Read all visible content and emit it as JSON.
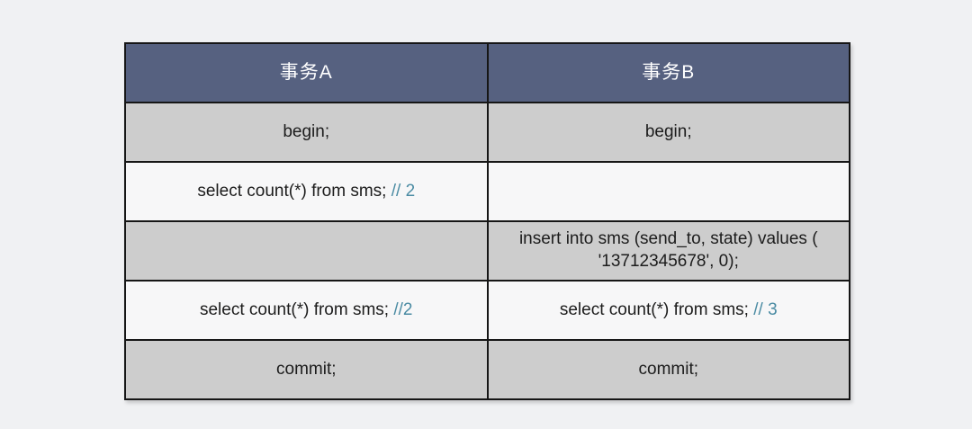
{
  "page": {
    "background": "#f0f1f3"
  },
  "table": {
    "header": {
      "background": "#566180",
      "text_color": "#ffffff",
      "columns": [
        "事务A",
        "事务B"
      ]
    },
    "colors": {
      "row_gray": "#cdcdcd",
      "row_white": "#f7f7f8",
      "border": "#161616",
      "code_text": "#1c1c1c",
      "comment": "#4a8ba3"
    },
    "rows": [
      {
        "bg": "gray",
        "cells": [
          {
            "code": "begin;",
            "comment": ""
          },
          {
            "code": "begin;",
            "comment": ""
          }
        ]
      },
      {
        "bg": "white",
        "cells": [
          {
            "code": "select count(*) from sms; ",
            "comment": "// 2"
          },
          {
            "code": "",
            "comment": ""
          }
        ]
      },
      {
        "bg": "gray",
        "cells": [
          {
            "code": "",
            "comment": ""
          },
          {
            "code": "insert into sms (send_to, state) values ( '13712345678', 0);",
            "comment": ""
          }
        ]
      },
      {
        "bg": "white",
        "cells": [
          {
            "code": "select count(*) from sms; ",
            "comment": "//2"
          },
          {
            "code": "select count(*) from sms; ",
            "comment": "// 3"
          }
        ]
      },
      {
        "bg": "gray",
        "cells": [
          {
            "code": "commit;",
            "comment": ""
          },
          {
            "code": "commit;",
            "comment": ""
          }
        ]
      }
    ]
  }
}
